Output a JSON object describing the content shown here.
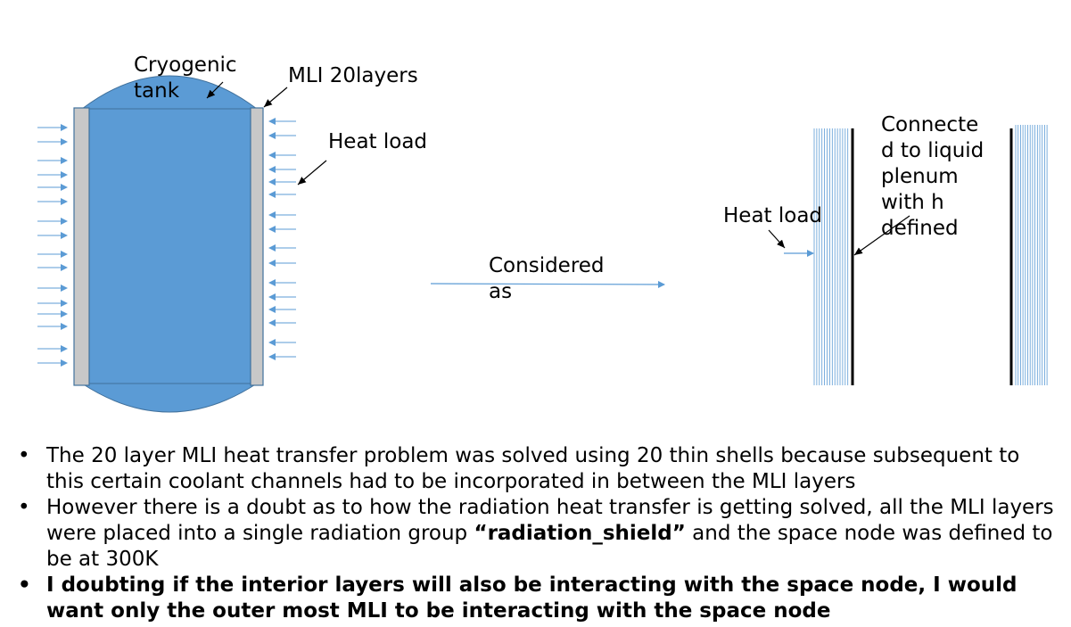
{
  "diagram": {
    "left": {
      "tank_label": "Cryogenic\ntank",
      "mli_label": "MLI 20layers",
      "heat_label": "Heat load"
    },
    "center": {
      "considered_label": "Considered\nas"
    },
    "right": {
      "heat_label": "Heat load",
      "connected_label": "Connecte\nd to liquid\nplenum\nwith h\ndefined"
    },
    "colors": {
      "tank_fill": "#5b9bd5",
      "mli_fill": "#c8c8c8",
      "arrow": "#5b9bd5",
      "shell_lines": "#5b9bd5"
    },
    "icons": [
      "bullet-icon"
    ]
  },
  "bullets": [
    {
      "bullet": "•",
      "text": "The 20 layer MLI heat transfer problem was solved using 20 thin shells because subsequent to this certain coolant channels had to be incorporated in between the MLI layers"
    },
    {
      "bullet": "•",
      "text_before": "However there is a doubt as to how the radiation heat transfer is getting solved, all the MLI layers were placed into a single radiation group ",
      "text_bold": "“radiation_shield”",
      "text_after": " and the space node was defined to be at 300K"
    },
    {
      "bullet": "•",
      "text": "I doubting if the interior layers will also be interacting with the space node, I would want only the outer most MLI to be interacting with the space node"
    }
  ]
}
